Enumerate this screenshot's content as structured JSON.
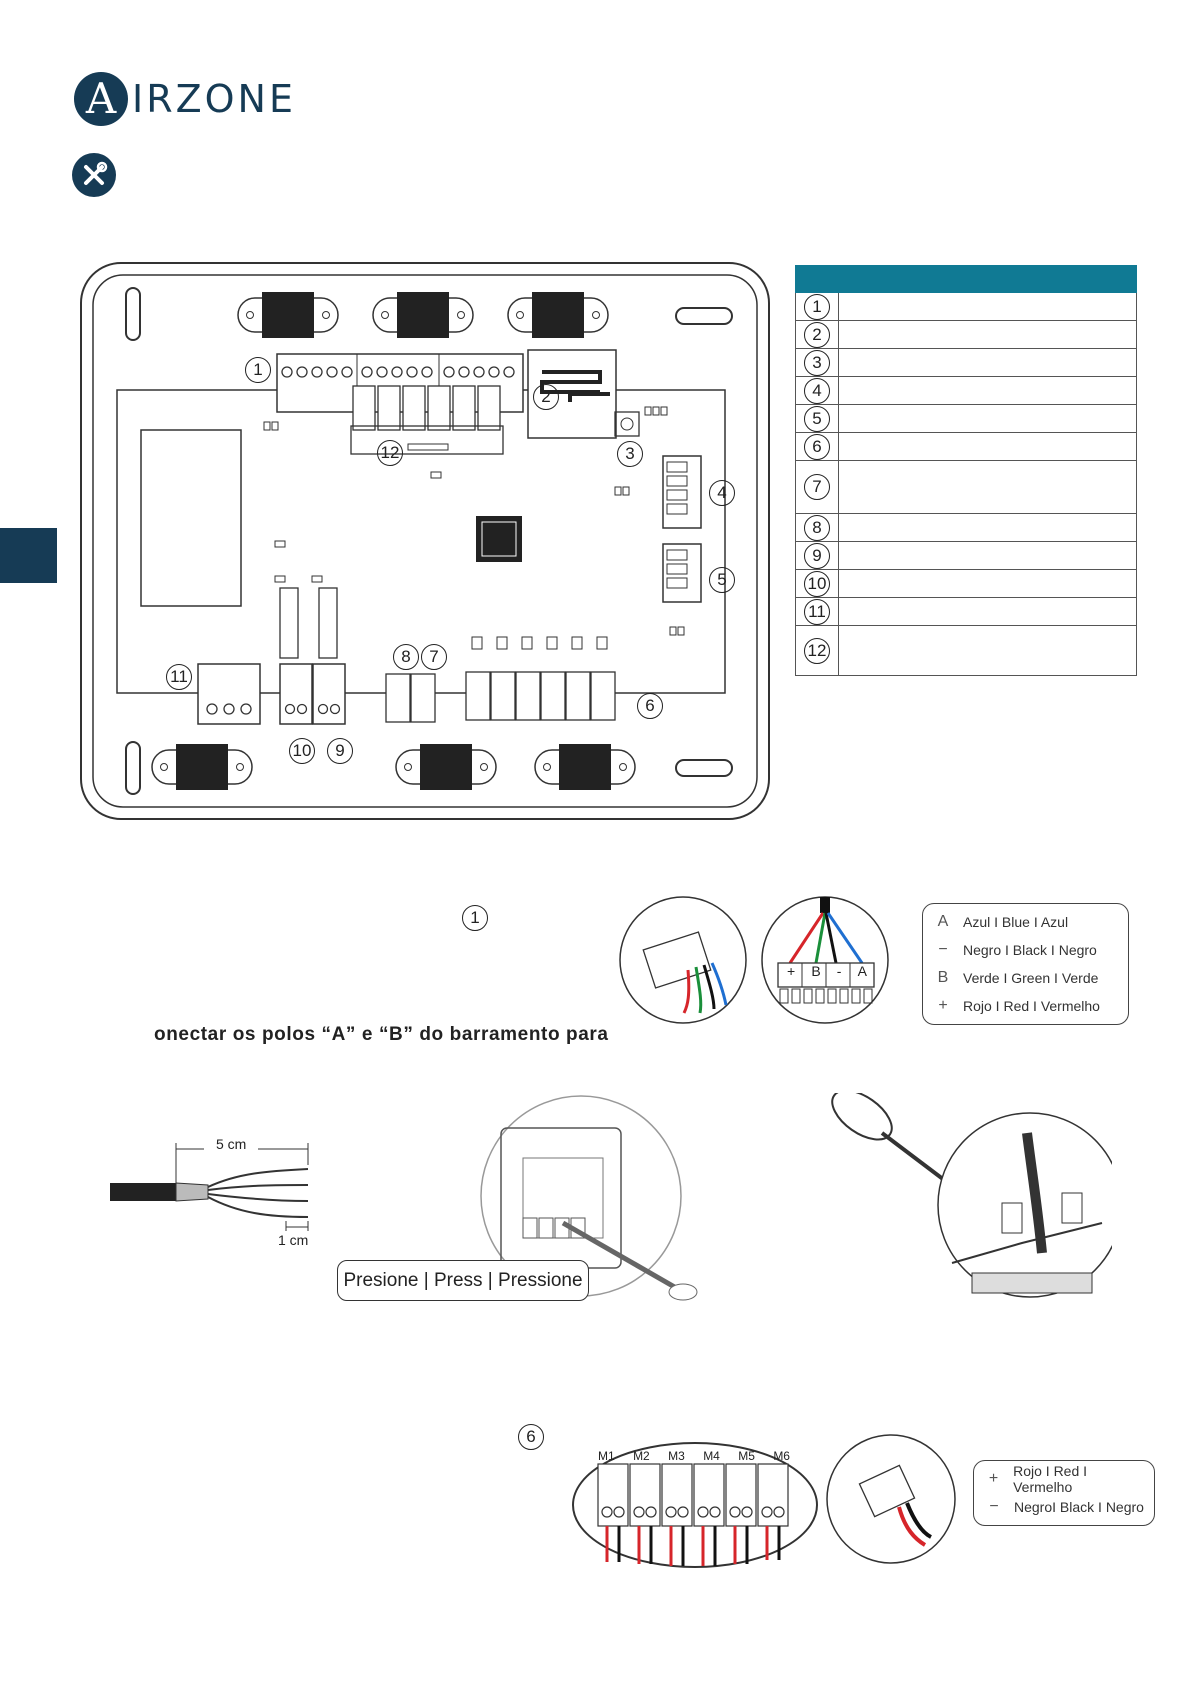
{
  "brand": {
    "logo_letter": "A",
    "logo_text": "IRZONE"
  },
  "board_labels": [
    "1",
    "2",
    "3",
    "4",
    "5",
    "6",
    "7",
    "8",
    "9",
    "10",
    "11",
    "12"
  ],
  "legend": {
    "rows": [
      {
        "num": "1"
      },
      {
        "num": "2"
      },
      {
        "num": "3"
      },
      {
        "num": "4"
      },
      {
        "num": "5"
      },
      {
        "num": "6"
      },
      {
        "num": "7"
      },
      {
        "num": "8"
      },
      {
        "num": "9"
      },
      {
        "num": "10"
      },
      {
        "num": "11"
      },
      {
        "num": "12"
      }
    ]
  },
  "bus_section": {
    "ref": "1",
    "text_fragment": "onectar os polos “A” e “B” do barramento para",
    "terminal_labels": [
      "+",
      "B",
      "-",
      "A"
    ],
    "colors": {
      "a": "#1f6fd1",
      "b": "#1a8f3a",
      "neg": "#111111",
      "pos": "#d6252a"
    },
    "key": [
      {
        "sym": "A",
        "label": "Azul I Blue I Azul"
      },
      {
        "sym": "−",
        "label": "Negro I Black I Negro"
      },
      {
        "sym": "B",
        "label": "Verde I Green I Verde"
      },
      {
        "sym": "+",
        "label": "Rojo I Red I Vermelho"
      }
    ]
  },
  "cable_prep": {
    "strip_length": "5 cm",
    "tip_length": "1 cm",
    "press_label": "Presione | Press | Pressione"
  },
  "motor_section": {
    "ref": "6",
    "terminals": [
      "M1",
      "M2",
      "M3",
      "M4",
      "M5",
      "M6"
    ],
    "key": [
      {
        "sym": "+",
        "label": "Rojo I Red I Vermelho"
      },
      {
        "sym": "−",
        "label": "NegroI Black I Negro"
      }
    ]
  }
}
